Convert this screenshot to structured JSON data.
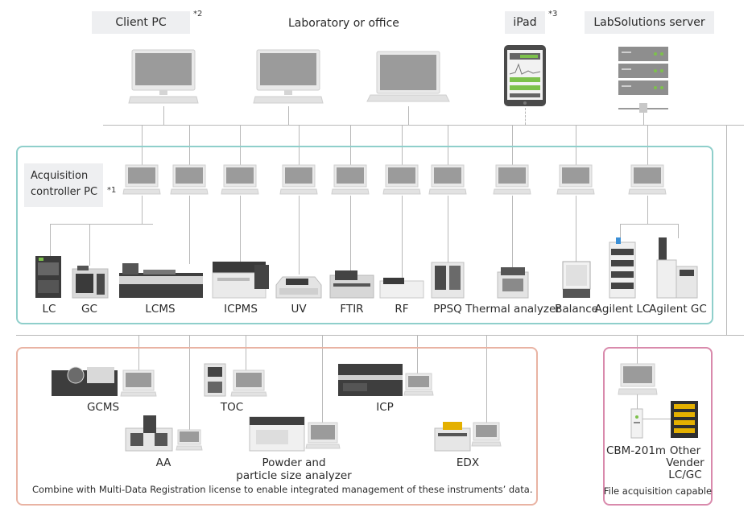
{
  "header": {
    "client_pc": "Client PC",
    "client_pc_note": "*2",
    "lab_office": "Laboratory or office",
    "ipad": "iPad",
    "ipad_note": "*3",
    "server": "LabSolutions server"
  },
  "acquisition": {
    "label_line1": "Acquisition",
    "label_line2": "controller PC",
    "note": "*1"
  },
  "instruments": [
    "LC",
    "GC",
    "LCMS",
    "ICPMS",
    "UV",
    "FTIR",
    "RF",
    "PPSQ",
    "Thermal analyzer",
    "Balance",
    "Agilent LC",
    "Agilent GC"
  ],
  "multi_data": {
    "items": [
      "GCMS",
      "TOC",
      "ICP",
      "AA",
      "Powder and",
      "particle size analyzer",
      "EDX"
    ],
    "caption": "Combine with Multi-Data Registration license to enable integrated management of these instruments’ data."
  },
  "file_acq": {
    "cbm": "CBM-201m",
    "other_line1": "Other",
    "other_line2": "Vender",
    "other_line3": "LC/GC",
    "caption": "File acquisition capable"
  },
  "colors": {
    "teal_border": "#8fcfcb",
    "salmon_border": "#e9b3a3",
    "pink_border": "#d98aac",
    "label_bg": "#eeeff1"
  }
}
